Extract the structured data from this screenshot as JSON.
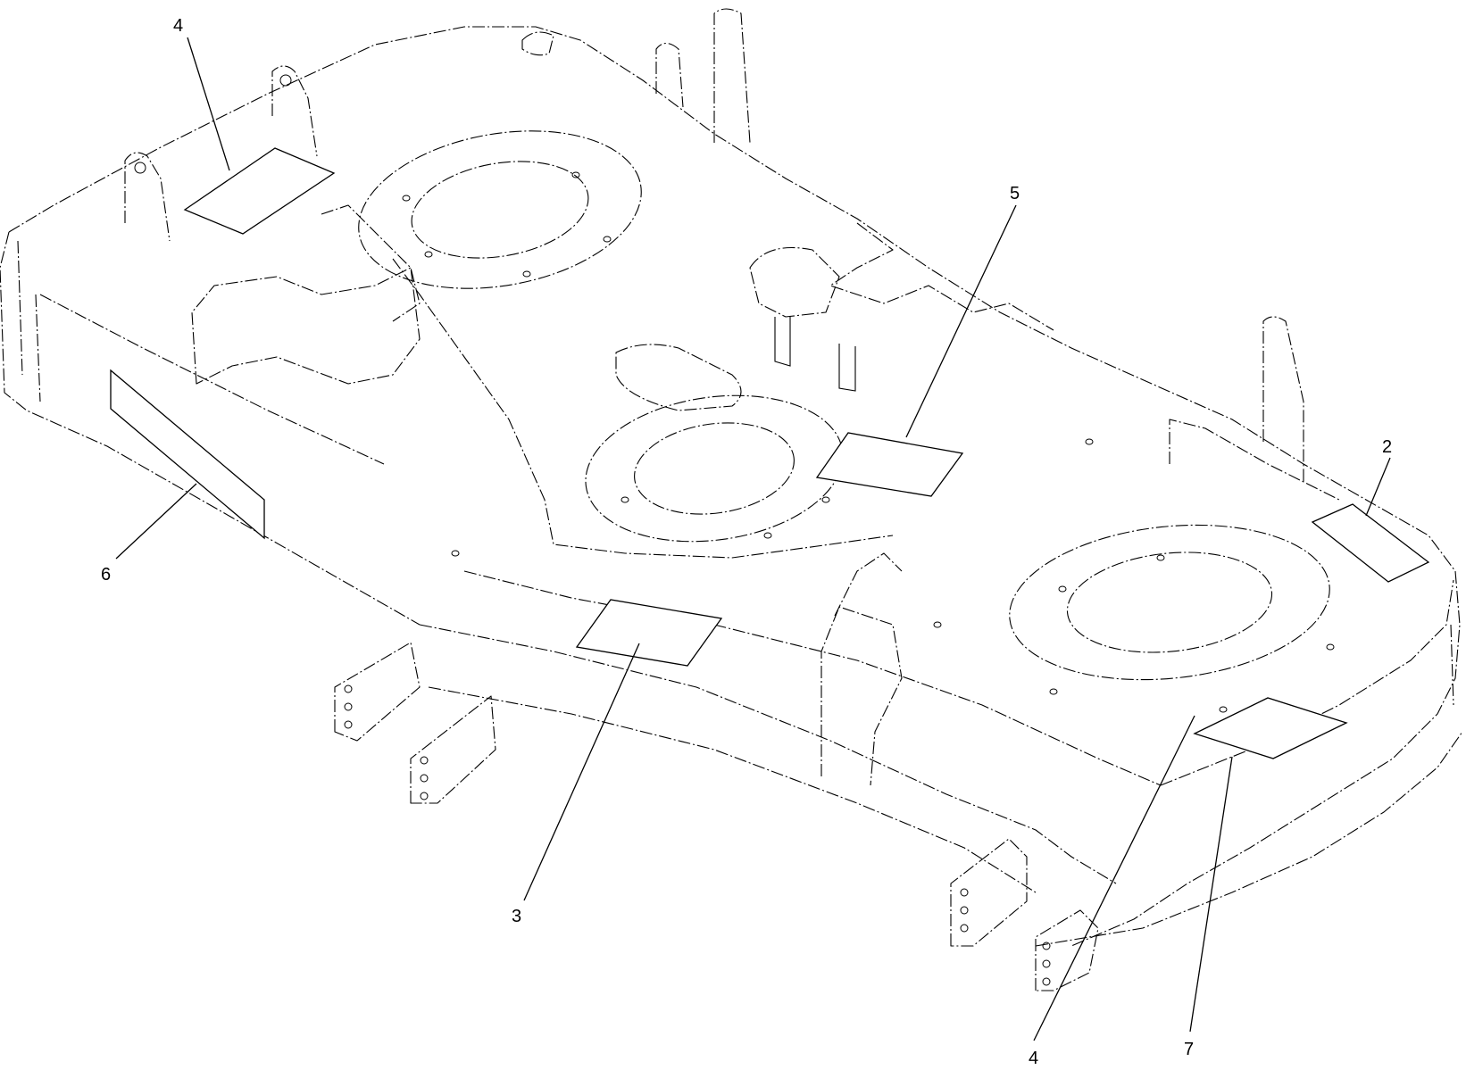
{
  "callouts": [
    {
      "id": "decal-4-top-left",
      "label": "4"
    },
    {
      "id": "decal-5-center",
      "label": "5"
    },
    {
      "id": "decal-2-right",
      "label": "2"
    },
    {
      "id": "decal-6-left-side",
      "label": "6"
    },
    {
      "id": "decal-3-front",
      "label": "3"
    },
    {
      "id": "decal-4-bottom",
      "label": "4"
    },
    {
      "id": "decal-7-bottom-right",
      "label": "7"
    }
  ]
}
